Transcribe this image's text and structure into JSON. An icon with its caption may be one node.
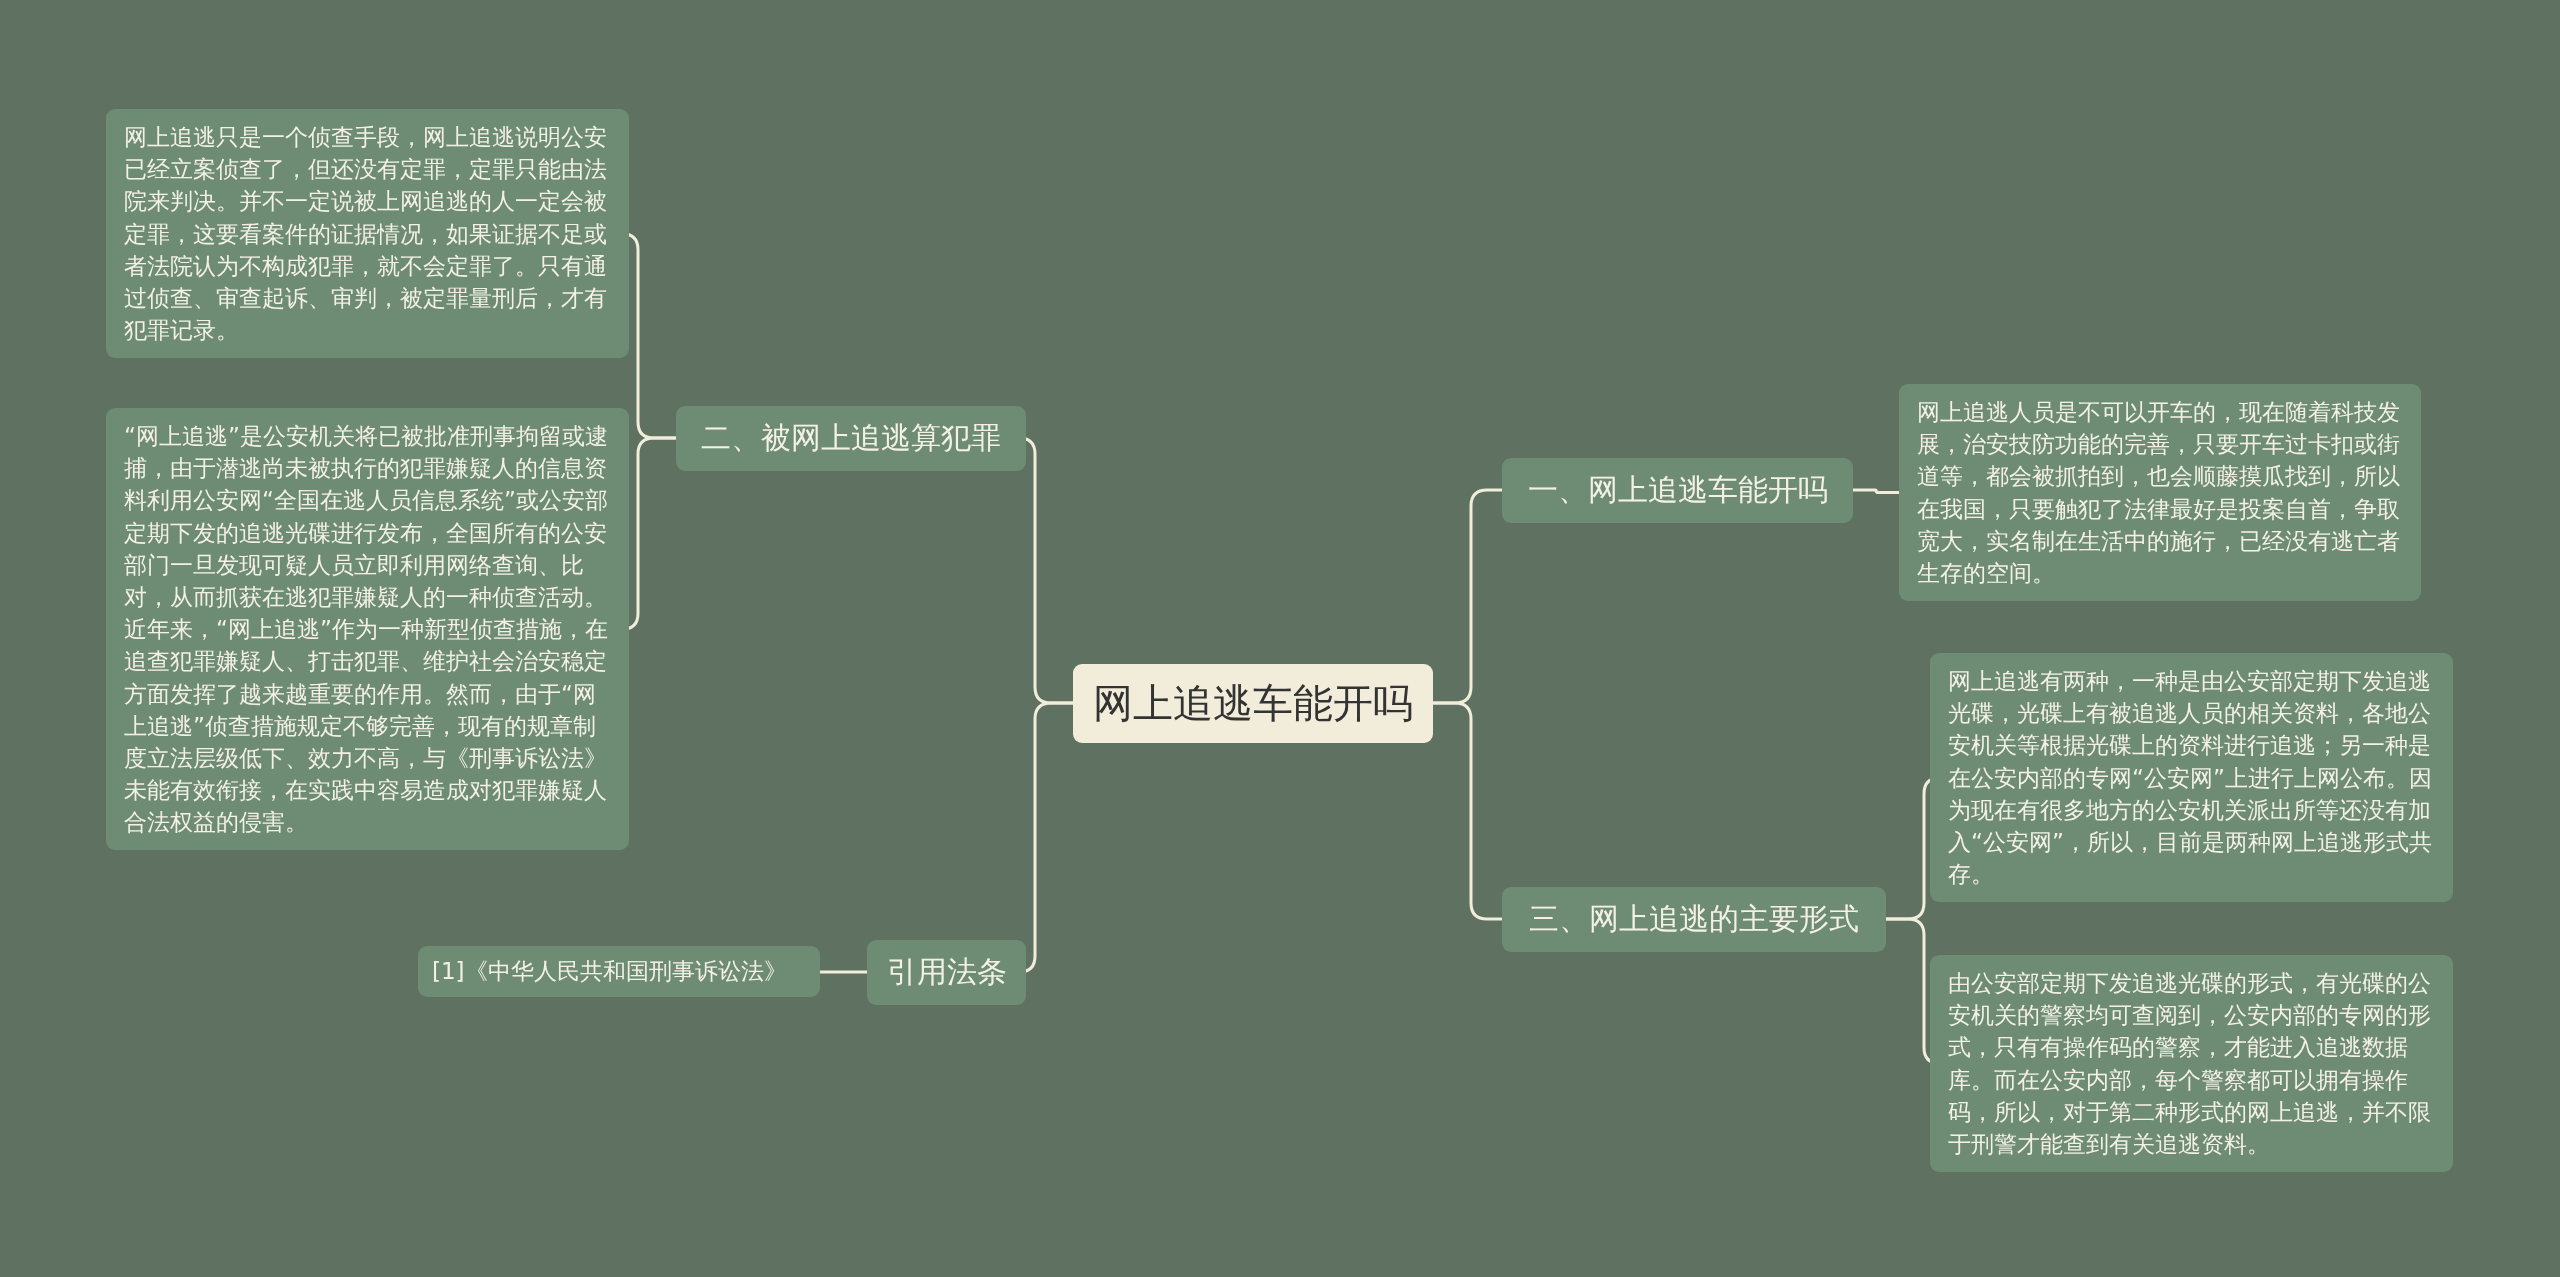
{
  "diagram": {
    "nodes": [
      {
        "text": [
          "网上追逃车能开吗"
        ]
      },
      {
        "text": [
          "二、被网上追逃算犯罪"
        ]
      },
      {
        "text": [
          "网上追逃只是一个侦查手段，网上追逃说明公安已经立案侦查了，但还没有定罪，定罪只能由法院来判决。并不一定说被上网追逃的人一定会被定罪，这要看案件的证据情况，如果证据不足或者法院认为不构成犯罪，就不会定罪了。只有通过侦查、审查起诉、审判，被定罪量刑后，才有犯罪记录。"
        ]
      },
      {
        "text": [
          "“网上追逃”是公安机关将已被批准刑事拘留或逮捕，由于潜逃尚未被执行的犯罪嫌疑人的信息资料利用公安网“全国在逃人员信息系统”或公安部定期下发的追逃光碟进行发布，全国所有的公安部门一旦发现可疑人员立即利用网络查询、比对，从而抓获在逃犯罪嫌疑人的一种侦查活动。近年来，“网上追逃”作为一种新型侦查措施，在追查犯罪嫌疑人、打击犯罪、维护社会治安稳定方面发挥了越来越重要的作用。然而，由于“网上追逃”侦查措施规定不够完善，现有的规章制度立法层级低下、效力不高，与《刑事诉讼法》未能有效衔接，在实践中容易造成对犯罪嫌疑人合法权益的侵害。"
        ]
      },
      {
        "text": [
          "引用法条"
        ]
      },
      {
        "text": [
          "[1]《中华人民共和国刑事诉讼法》"
        ]
      },
      {
        "text": [
          "一、网上追逃车能开吗"
        ]
      },
      {
        "text": [
          "网上追逃人员是不可以开车的，现在随着科技发展，治安技防功能的完善，只要开车过卡扣或街道等，都会被抓拍到，也会顺藤摸瓜找到，所以在我国，只要触犯了法律最好是投案自首，争取宽大，实名制在生活中的施行，已经没有逃亡者生存的空间。"
        ]
      },
      {
        "text": [
          "三、网上追逃的主要形式"
        ]
      },
      {
        "text": [
          "网上追逃有两种，一种是由公安部定期下发追逃光碟，光碟上有被追逃人员的相关资料，各地公安机关等根据光碟上的资料进行追逃；另一种是在公安内部的专网“公安网”上进行上网公布。因为现在有很多地方的公安机关派出所等还没有加入“公安网”，所以，目前是两种网上追逃形式共存。"
        ]
      },
      {
        "text": [
          "由公安部定期下发追逃光碟的形式，有光碟的公安机关的警察均可查阅到，公安内部的专网的形式，只有有操作码的警察，才能进入追逃数据库。而在公安内部，每个警察都可以拥有操作码，所以，对于第二种形式的网上追逃，并不限于刑警才能查到有关追逃资料。"
        ]
      }
    ],
    "edges": [
      {
        "from": 0,
        "to": 1,
        "arrow": "none"
      },
      {
        "from": 1,
        "to": 2,
        "arrow": "none"
      },
      {
        "from": 1,
        "to": 3,
        "arrow": "none"
      },
      {
        "from": 0,
        "to": 4,
        "arrow": "none"
      },
      {
        "from": 4,
        "to": 5,
        "arrow": "none"
      },
      {
        "from": 0,
        "to": 6,
        "arrow": "none"
      },
      {
        "from": 6,
        "to": 7,
        "arrow": "none"
      },
      {
        "from": 0,
        "to": 8,
        "arrow": "none"
      },
      {
        "from": 8,
        "to": 9,
        "arrow": "none"
      },
      {
        "from": 8,
        "to": 10,
        "arrow": "none"
      }
    ]
  }
}
